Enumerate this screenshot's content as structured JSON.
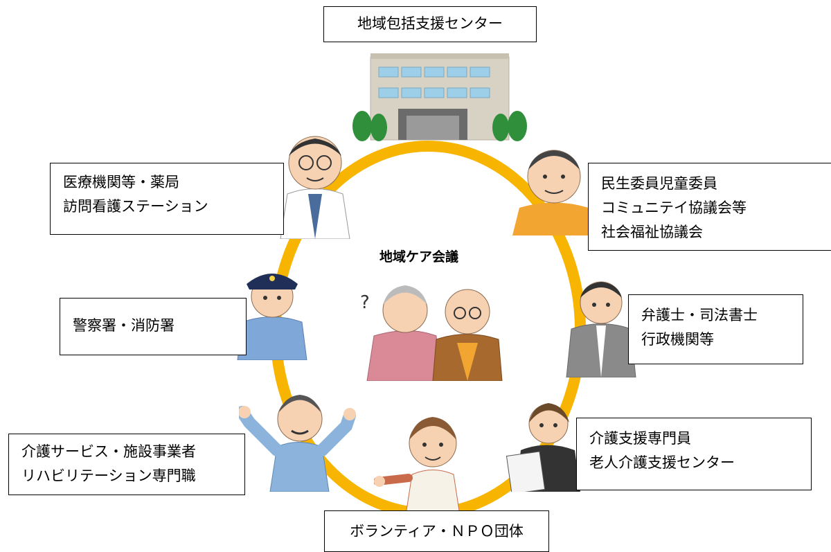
{
  "center": {
    "title": "地域ケア会議",
    "question_mark": "?"
  },
  "boxes": {
    "top": {
      "lines": [
        "地域包括支援センター"
      ]
    },
    "upper_left": {
      "lines": [
        "医療機関等・薬局",
        "訪問看護ステーション"
      ]
    },
    "upper_right": {
      "lines": [
        "民生委員児童委員",
        "コミュニテイ協議会等",
        "社会福祉協議会"
      ]
    },
    "middle_left": {
      "lines": [
        "警察署・消防署"
      ]
    },
    "middle_right": {
      "lines": [
        "弁護士・司法書士",
        "行政機関等"
      ]
    },
    "lower_left": {
      "lines": [
        "介護サービス・施設事業者",
        "リハビリテーション専門職"
      ]
    },
    "lower_right": {
      "lines": [
        "介護支援専門員",
        "老人介護支援センター"
      ]
    },
    "bottom": {
      "lines": [
        "ボランティア・ＮＰＯ団体"
      ]
    }
  },
  "colors": {
    "ring": "#f7b400",
    "building": "#d8d2c4",
    "window": "#9ecfe8",
    "tree": "#2f8f3a",
    "skin": "#f6d2b3",
    "orange_shirt": "#f2a531",
    "blue_uniform": "#7fa8d8",
    "suit_gray": "#8a8a8a",
    "dark_suit": "#333333",
    "pink_sweater": "#d98a96",
    "brown_jacket": "#a8692f",
    "light_blue_shirt": "#8bb3dc",
    "apron": "#f7f2e8"
  }
}
